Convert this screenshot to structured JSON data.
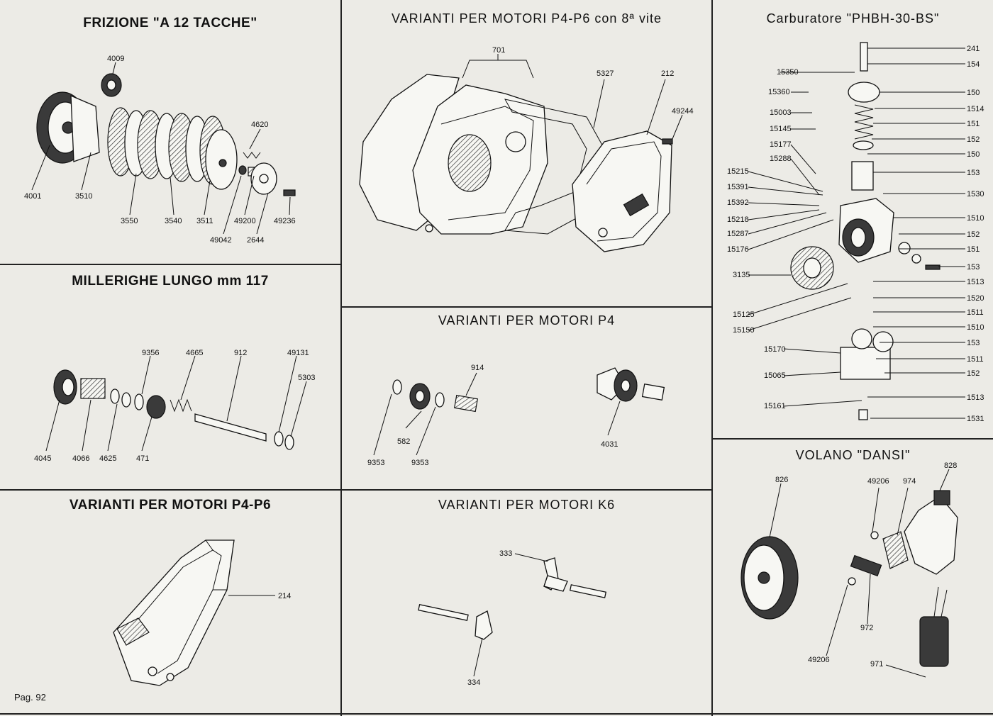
{
  "page_label": "Pag. 92",
  "panels": {
    "frizione": {
      "title": "FRIZIONE \"A 12 TACCHE\"",
      "parts": [
        "4009",
        "4620",
        "4001",
        "3510",
        "3550",
        "3540",
        "3511",
        "49200",
        "49236",
        "49042",
        "2644"
      ]
    },
    "millerighe": {
      "title": "MILLERIGHE LUNGO mm 117",
      "parts": [
        "9356",
        "4665",
        "912",
        "49131",
        "5303",
        "4045",
        "4066",
        "4625",
        "471"
      ]
    },
    "varianti_p4p6_bottom": {
      "title": "VARIANTI PER MOTORI P4-P6",
      "parts": [
        "214"
      ]
    },
    "varianti_p4p6_vite": {
      "title": "VARIANTI PER MOTORI P4-P6 con 8ª vite",
      "parts": [
        "701",
        "5327",
        "212",
        "49244"
      ]
    },
    "varianti_p4": {
      "title": "VARIANTI PER MOTORI P4",
      "parts": [
        "914",
        "582",
        "9353",
        "9353",
        "4031"
      ]
    },
    "varianti_k6": {
      "title": "VARIANTI PER MOTORI K6",
      "parts": [
        "333",
        "334"
      ]
    },
    "carburatore": {
      "title": "Carburatore \"PHBH-30-BS\"",
      "left_parts": [
        "15350",
        "15360",
        "15003",
        "15145",
        "15177",
        "15288",
        "15215",
        "15391",
        "15392",
        "15218",
        "15287",
        "15176",
        "3135",
        "15125",
        "15150",
        "15170",
        "15065",
        "15161"
      ],
      "right_parts": [
        "241",
        "154",
        "150",
        "1514",
        "151",
        "152",
        "150",
        "153",
        "1530",
        "1510",
        "152",
        "151",
        "153",
        "1513",
        "1520",
        "1511",
        "1510",
        "153",
        "1511",
        "152",
        "1513",
        "1531"
      ]
    },
    "volano": {
      "title": "VOLANO \"DANSI\"",
      "parts": [
        "828",
        "826",
        "49206",
        "974",
        "972",
        "49206",
        "971"
      ]
    }
  }
}
